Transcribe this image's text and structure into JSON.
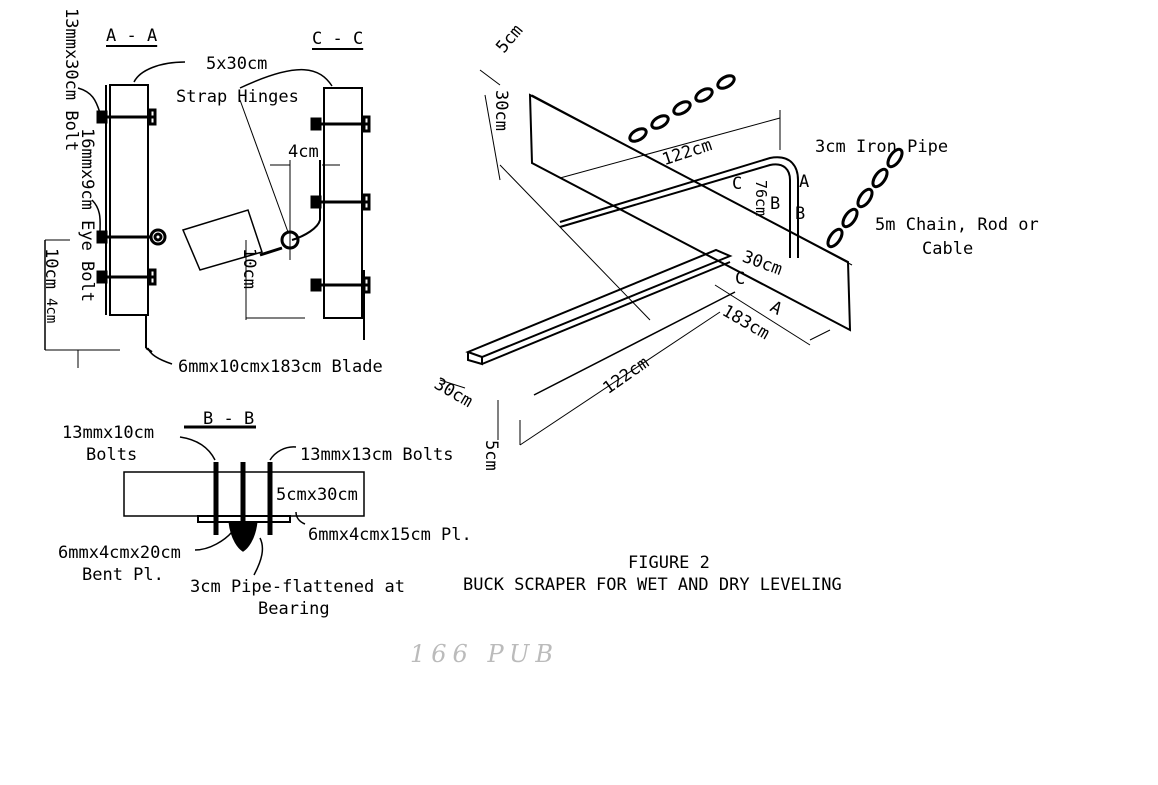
{
  "figure": {
    "number": "FIGURE 2",
    "title": "BUCK SCRAPER FOR WET AND DRY LEVELING",
    "handwritten_note": "166 PUB"
  },
  "section_aa": {
    "title": "A - A",
    "labels": {
      "bolt_top": "13mmx30cm Bolt",
      "eye_bolt": "16mmx9cm Eye Bolt",
      "dim_10cm": "10cm",
      "dim_4cm": "4cm",
      "blade": "6mmx10cmx183cm Blade"
    }
  },
  "section_cc": {
    "title": "C - C",
    "labels": {
      "board": "5x30cm",
      "strap_hinges": "Strap Hinges",
      "dim_4cm": "4cm",
      "dim_10cm": "10cm"
    }
  },
  "section_bb": {
    "title": "B - B",
    "labels": {
      "bolts_10": "13mmx10cm\nBolts",
      "bolts_10_line1": "13mmx10cm",
      "bolts_10_line2": "Bolts",
      "bolts_13": "13mmx13cm Bolts",
      "board": "5cmx30cm",
      "plate_15": "6mmx4cmx15cm Pl.",
      "bent_plate_line1": "6mmx4cmx20cm",
      "bent_plate_line2": "Bent Pl.",
      "pipe_line1": "3cm Pipe-flattened at",
      "pipe_line2": "Bearing"
    }
  },
  "isometric": {
    "labels": {
      "dim_5cm_top": "5cm",
      "dim_30cm_top": "30cm",
      "dim_122cm_top": "122cm",
      "iron_pipe": "3cm Iron Pipe",
      "section_a_top": "A",
      "section_b_1": "B",
      "section_b_2": "B",
      "section_c_1": "C",
      "section_c_2": "C",
      "section_a_bottom": "A",
      "dim_76cm": "76cm",
      "dim_30cm_mid": "30cm",
      "chain_line1": "5m Chain, Rod or",
      "chain_line2": "Cable",
      "dim_183cm": "183cm",
      "dim_122cm_bottom": "122cm",
      "dim_30cm_bottom": "30cm",
      "dim_5cm_bottom": "5cm"
    }
  }
}
